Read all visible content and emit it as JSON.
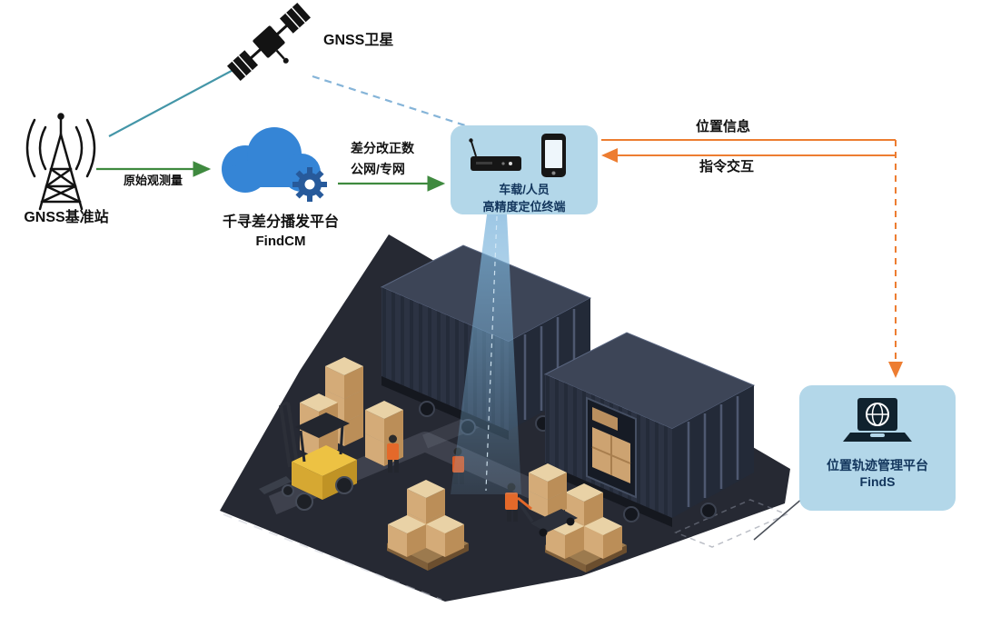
{
  "labels": {
    "satellite": "GNSS卫星",
    "base_station": "GNSS基准站",
    "raw_observation": "原始观测量",
    "cloud_platform_name": "千寻差分播发平台",
    "cloud_platform_product": "FindCM",
    "correction_data": "差分改正数",
    "network": "公网/专网",
    "terminal_line1": "车载/人员",
    "terminal_line2": "高精度定位终端",
    "position_info": "位置信息",
    "command_interaction": "指令交互",
    "platform_name": "位置轨迹管理平台",
    "platform_product": "FindS"
  },
  "icons": {
    "satellite": "satellite-icon",
    "base_station": "radio-tower-icon",
    "cloud": "cloud-gear-icon",
    "receiver": "receiver-box-icon",
    "phone": "smartphone-icon",
    "platform": "laptop-globe-icon"
  },
  "colors": {
    "green_arrow": "#3f8a3f",
    "orange_arrow": "#ed7d31",
    "teal_line": "#4496a8",
    "blue_dashed": "#85b4d8",
    "panel_bg": "#b3d7e9",
    "panel_text": "#12355c",
    "cloud_blue": "#3585d6",
    "floor_dark": "#262933"
  }
}
